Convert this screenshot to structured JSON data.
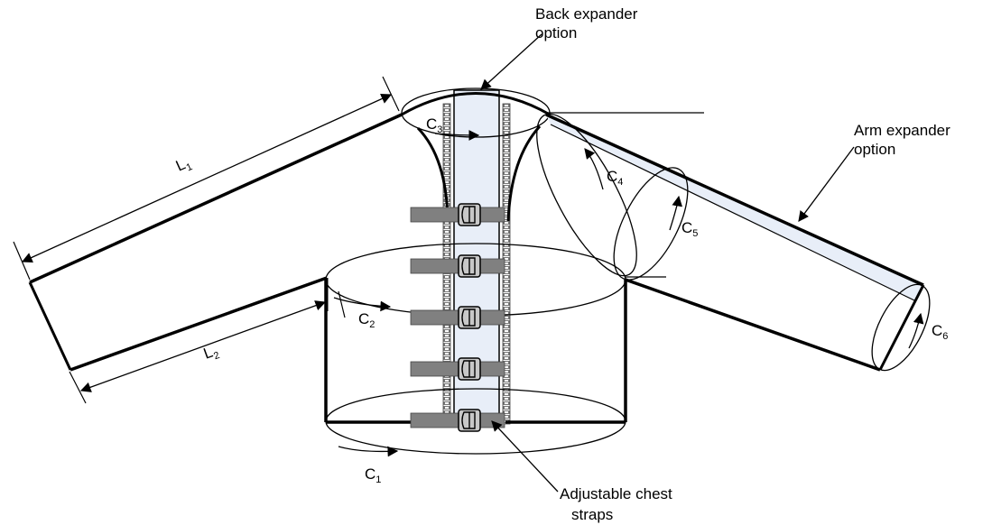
{
  "colors": {
    "outline": "#000000",
    "expander_fill": "#e8eef8",
    "strap_fill": "#808080",
    "background": "#ffffff"
  },
  "labels": {
    "back_expander": [
      "Back expander",
      "option"
    ],
    "arm_expander": [
      "Arm expander",
      "option"
    ],
    "chest_straps": [
      "Adjustable chest",
      "straps"
    ]
  },
  "dimensions": {
    "L1": {
      "letter": "L",
      "index": "1"
    },
    "L2": {
      "letter": "L",
      "index": "2"
    },
    "C1": {
      "letter": "C",
      "index": "1"
    },
    "C2": {
      "letter": "C",
      "index": "2"
    },
    "C3": {
      "letter": "C",
      "index": "3"
    },
    "C4": {
      "letter": "C",
      "index": "4"
    },
    "C5": {
      "letter": "C",
      "index": "5"
    },
    "C6": {
      "letter": "C",
      "index": "6"
    }
  },
  "strap_count": 5
}
